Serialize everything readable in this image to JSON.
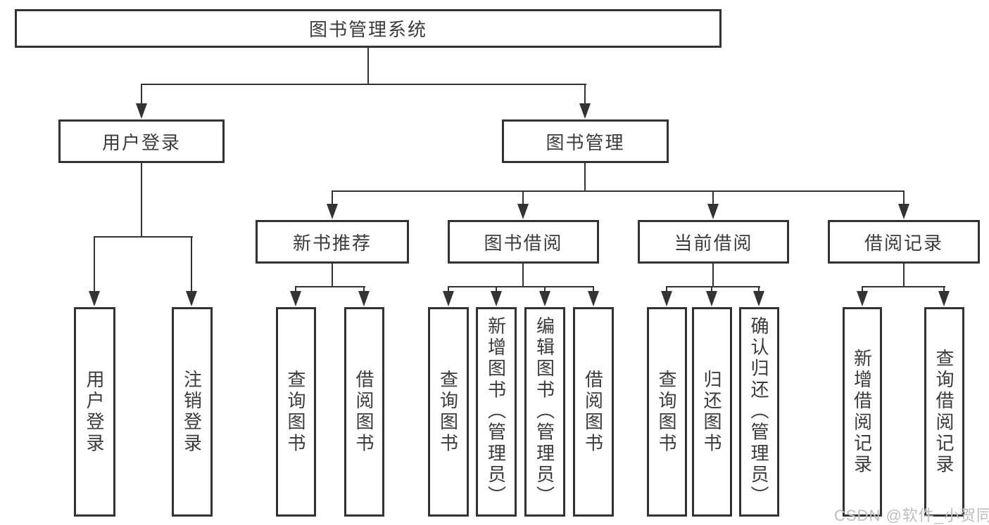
{
  "diagram": {
    "type": "hierarchy-tree",
    "colors": {
      "line": "#333333",
      "text": "#3b3b3b",
      "box_background": "#ffffff",
      "watermark": "#bdbdbd",
      "background": "#ffffff"
    },
    "root": {
      "label": "图书管理系统"
    },
    "branches": [
      {
        "label": "用户登录",
        "children": [
          "用户登录",
          "注销登录"
        ]
      },
      {
        "label": "图书管理",
        "sections": [
          {
            "label": "新书推荐",
            "children": [
              "查询图书",
              "借阅图书"
            ]
          },
          {
            "label": "图书借阅",
            "children": [
              "查询图书",
              "新增图书（管理员）",
              "编辑图书（管理员）",
              "借阅图书"
            ]
          },
          {
            "label": "当前借阅",
            "children": [
              "查询图书",
              "归还图书",
              "确认归还（管理员）"
            ]
          },
          {
            "label": "借阅记录",
            "children": [
              "新增借阅记录",
              "查询借阅记录"
            ]
          }
        ]
      }
    ],
    "watermark": "CSDN @软件_小贺同学"
  }
}
